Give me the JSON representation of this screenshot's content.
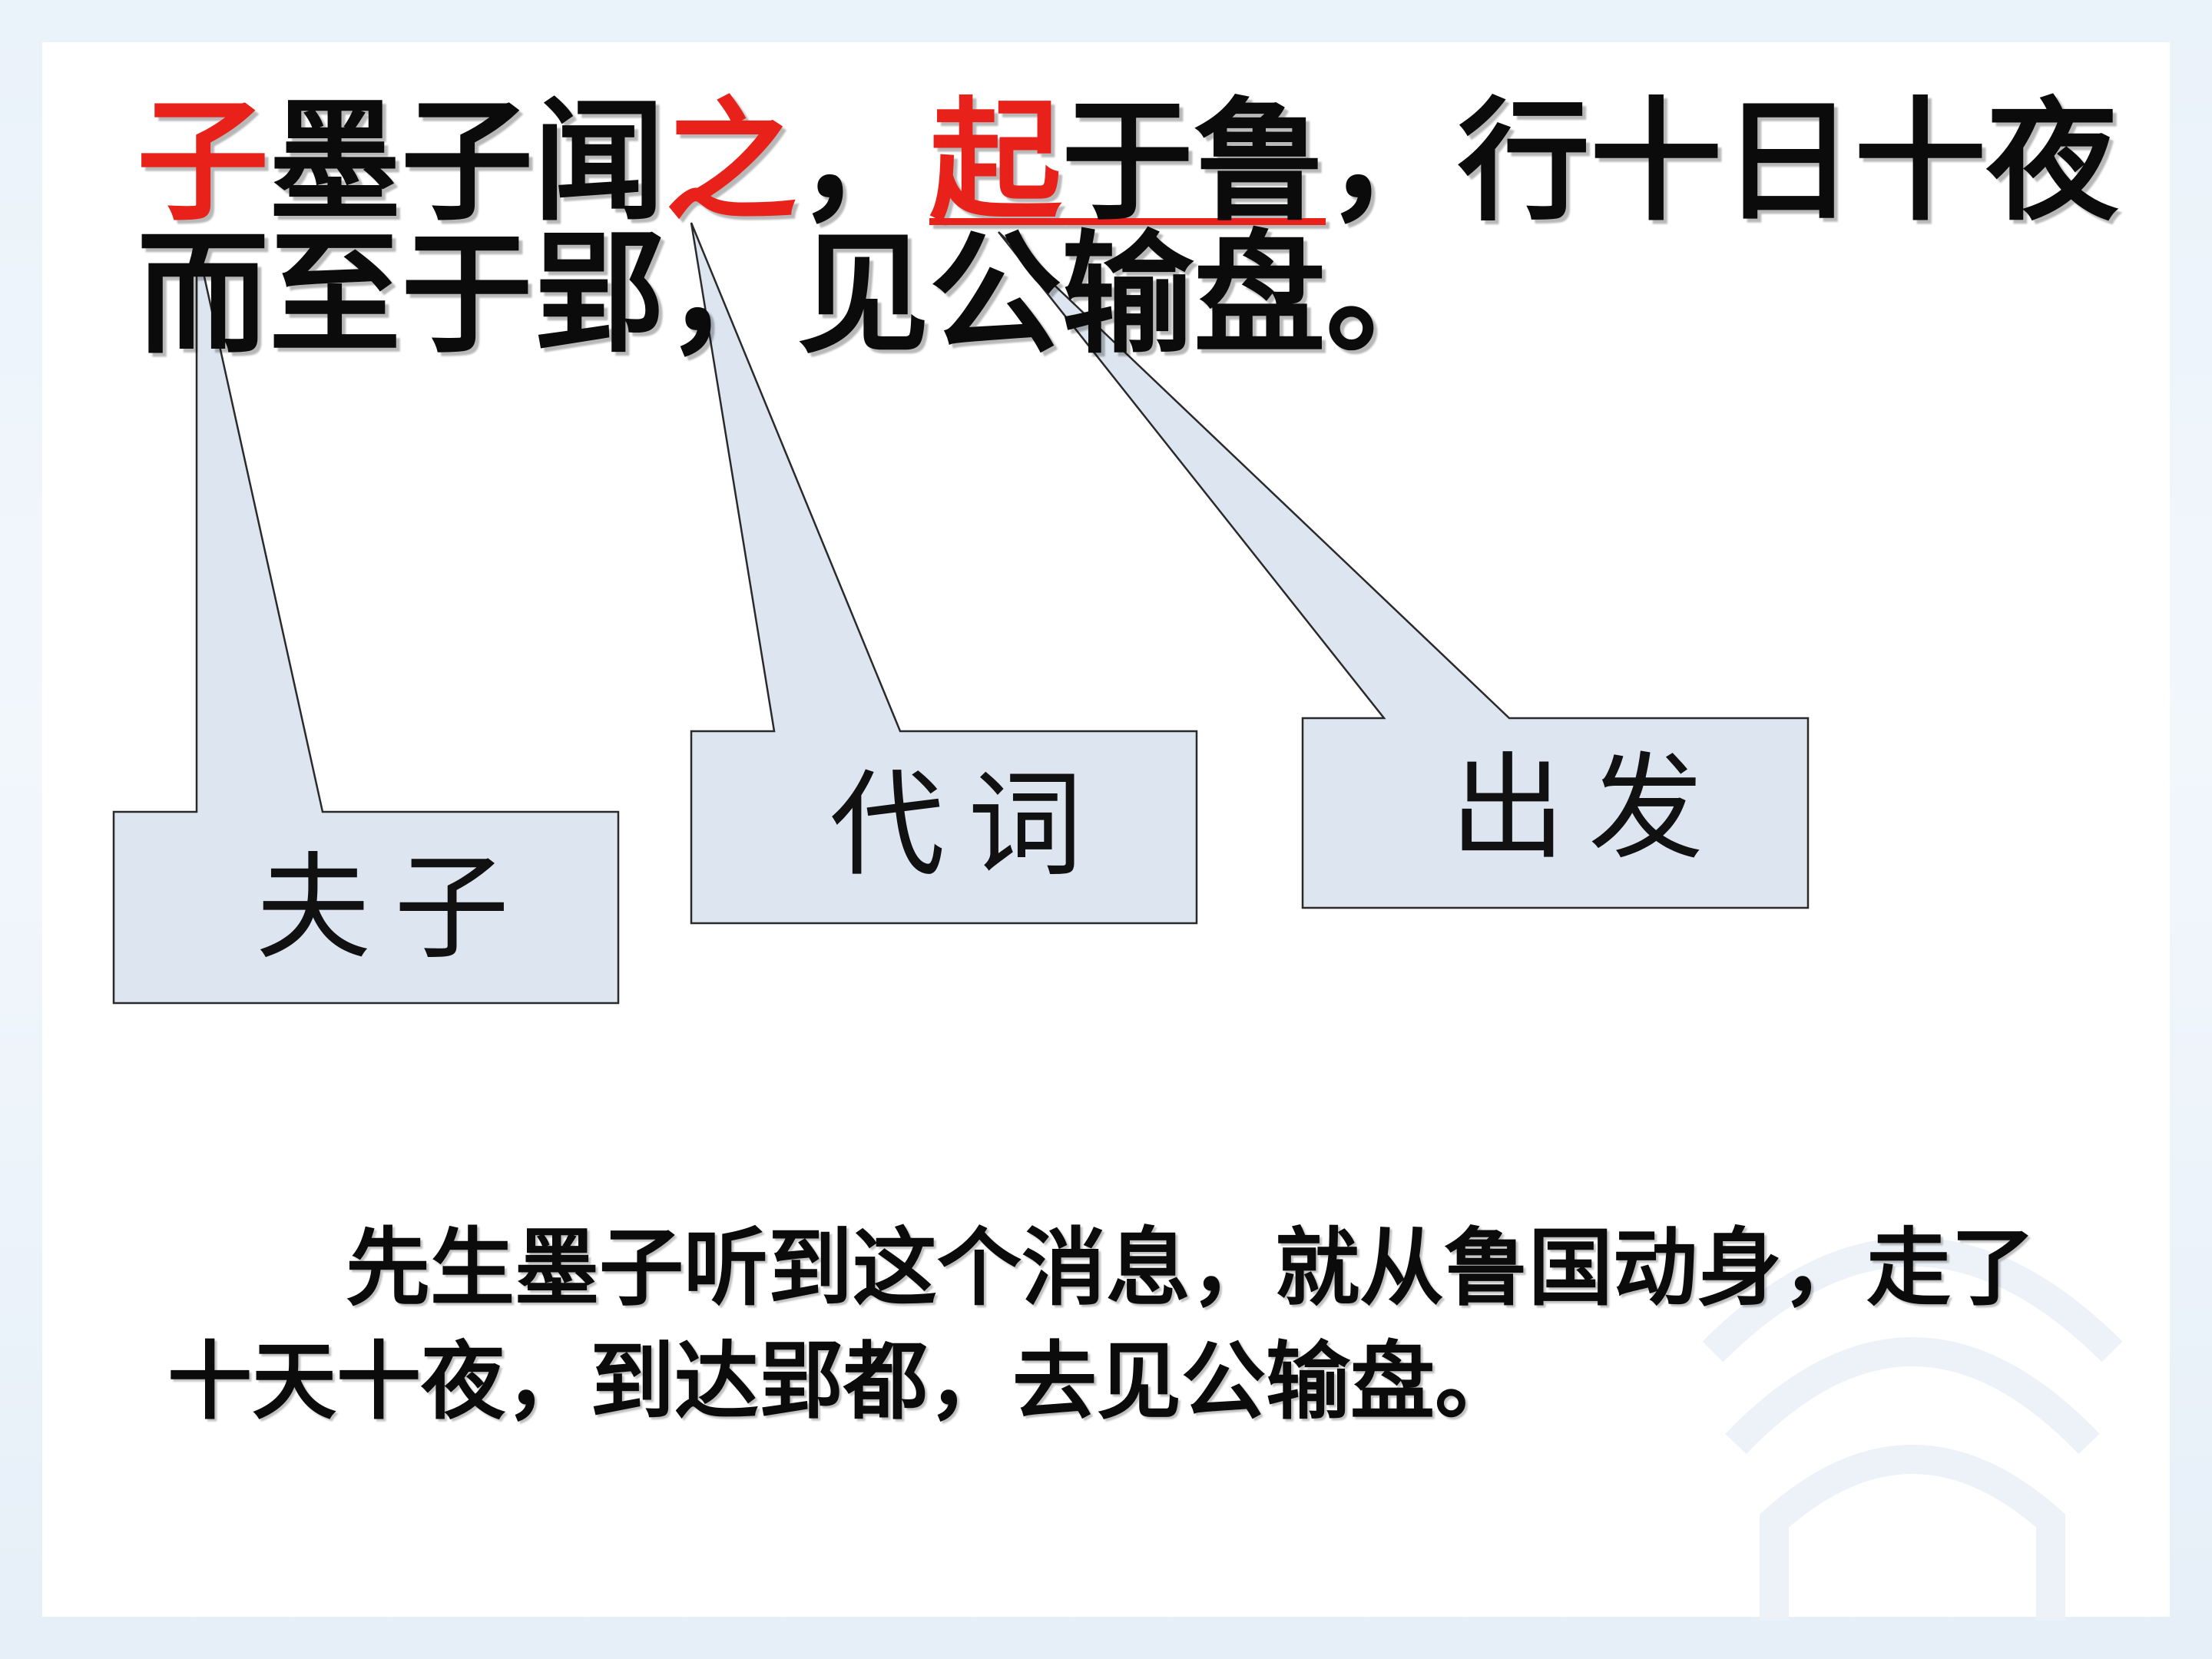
{
  "title": {
    "line1": {
      "red1": "子",
      "black1": "墨子闻",
      "red2": "之",
      "black2": "，",
      "red3": "起",
      "black3": "于鲁",
      "black4": "，行十日十夜"
    },
    "line2": "而至于郢，见公输盘。"
  },
  "callouts": {
    "fuzi": "夫子",
    "daici": "代词",
    "chufa": "出发"
  },
  "translation": {
    "line1": "先生墨子听到这个消息，就从鲁国动身，走了",
    "line2": "十天十夜，到达郢都，去见公输盘。"
  },
  "colors": {
    "highlight": "#e8221b",
    "callout_fill": "#dde5f0",
    "text": "#0b0b0b"
  }
}
